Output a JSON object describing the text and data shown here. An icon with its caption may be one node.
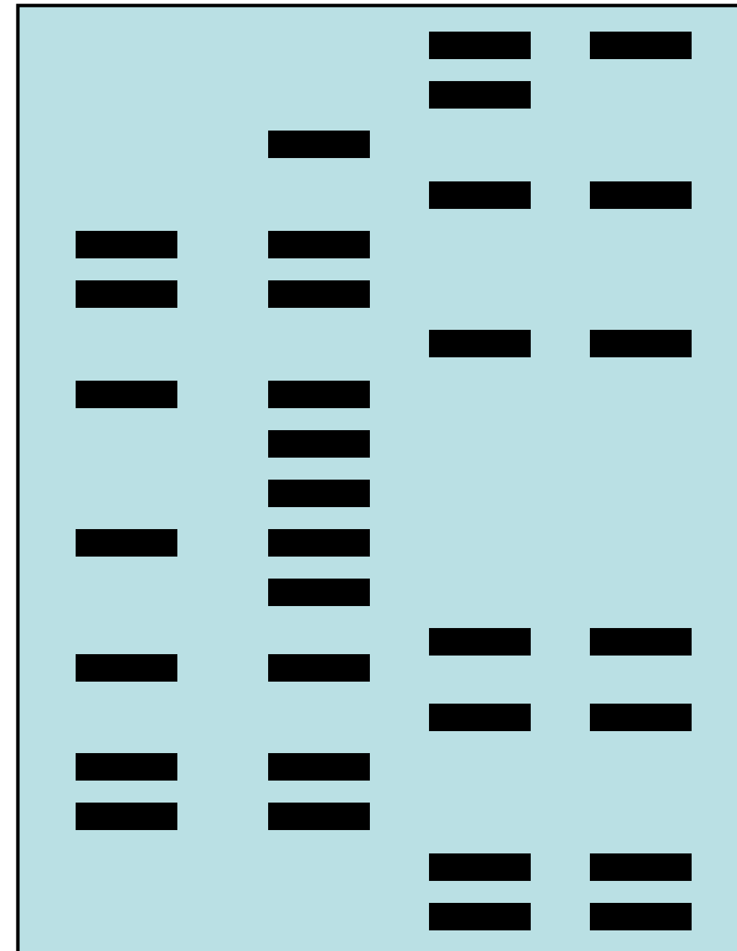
{
  "diagram": {
    "nodes": [
      {
        "text": [],
        "shape": "bar"
      },
      {
        "text": [],
        "shape": "bar"
      },
      {
        "text": [],
        "shape": "bar"
      },
      {
        "text": [],
        "shape": "bar"
      },
      {
        "text": [],
        "shape": "bar"
      },
      {
        "text": [],
        "shape": "bar"
      },
      {
        "text": [],
        "shape": "bar"
      },
      {
        "text": [],
        "shape": "bar"
      },
      {
        "text": [],
        "shape": "bar"
      },
      {
        "text": [],
        "shape": "bar"
      },
      {
        "text": [],
        "shape": "bar"
      },
      {
        "text": [],
        "shape": "bar"
      },
      {
        "text": [],
        "shape": "bar"
      },
      {
        "text": [],
        "shape": "bar"
      },
      {
        "text": [],
        "shape": "bar"
      },
      {
        "text": [],
        "shape": "bar"
      },
      {
        "text": [],
        "shape": "bar"
      },
      {
        "text": [],
        "shape": "bar"
      },
      {
        "text": [],
        "shape": "bar"
      },
      {
        "text": [],
        "shape": "bar"
      },
      {
        "text": [],
        "shape": "bar"
      },
      {
        "text": [],
        "shape": "bar"
      },
      {
        "text": [],
        "shape": "bar"
      },
      {
        "text": [],
        "shape": "bar"
      },
      {
        "text": [],
        "shape": "bar"
      },
      {
        "text": [],
        "shape": "bar"
      },
      {
        "text": [],
        "shape": "bar"
      },
      {
        "text": [],
        "shape": "bar"
      },
      {
        "text": [],
        "shape": "bar"
      },
      {
        "text": [],
        "shape": "bar"
      },
      {
        "text": [],
        "shape": "bar"
      },
      {
        "text": [],
        "shape": "bar"
      },
      {
        "text": [],
        "shape": "bar"
      }
    ]
  }
}
